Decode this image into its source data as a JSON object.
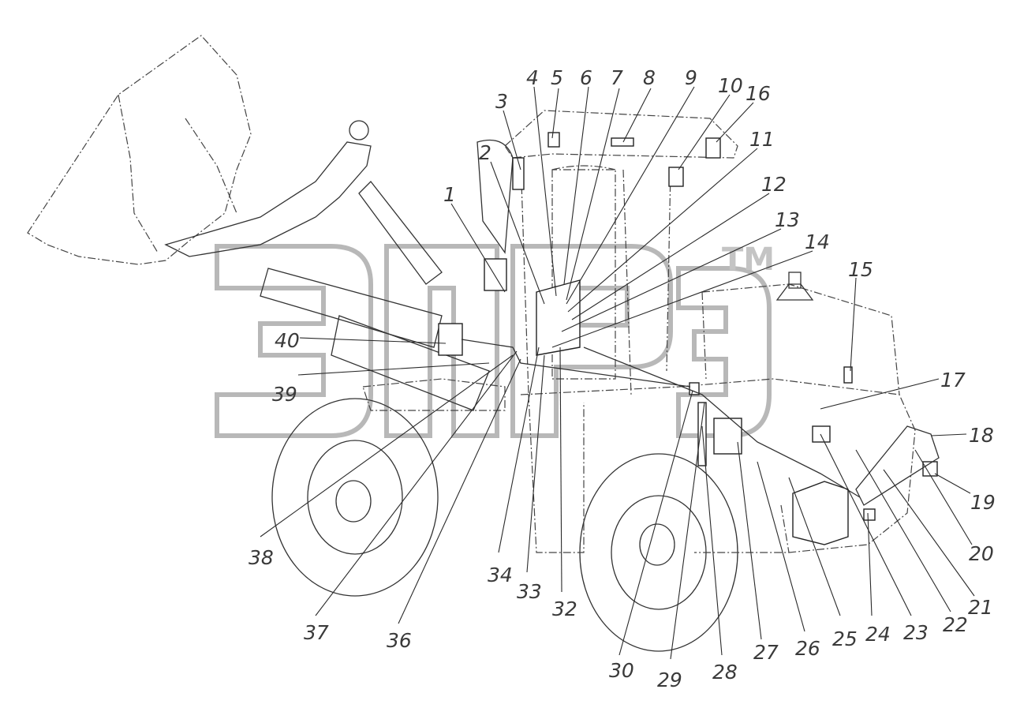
{
  "diagram": {
    "callouts": [
      "1",
      "2",
      "3",
      "4",
      "5",
      "6",
      "7",
      "8",
      "9",
      "10",
      "16",
      "11",
      "12",
      "13",
      "14",
      "15",
      "17",
      "18",
      "19",
      "20",
      "21",
      "22",
      "23",
      "24",
      "25",
      "26",
      "27",
      "28",
      "29",
      "30",
      "32",
      "33",
      "34",
      "36",
      "37",
      "38",
      "39",
      "40"
    ]
  },
  "watermark": {
    "trademark": "TM"
  }
}
